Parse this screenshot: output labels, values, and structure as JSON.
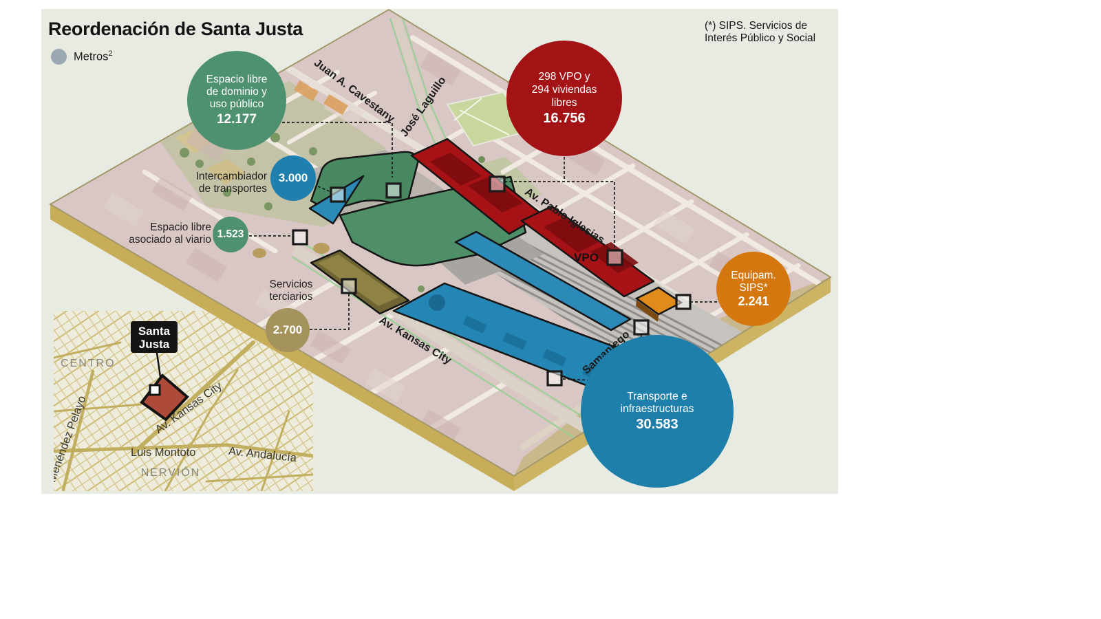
{
  "title": "Reordenación de Santa Justa",
  "legend": {
    "label": "Metros",
    "sup": "2"
  },
  "footnote": {
    "line1": "(*) SIPS. Servicios de",
    "line2": "Interés Público y Social"
  },
  "bubbles": {
    "espacio_publico": {
      "line1": "Espacio libre",
      "line2": "de dominio y",
      "line3": "uso público",
      "value": "12.177",
      "color": "#4d9170"
    },
    "intercambiador": {
      "value": "3.000",
      "color": "#1f80af",
      "label_line1": "Intercambiador",
      "label_line2": "de transportes"
    },
    "viario": {
      "value": "1.523",
      "color": "#4d9170",
      "label_line1": "Espacio libre",
      "label_line2": "asociado al viario"
    },
    "terciarios": {
      "value": "2.700",
      "color": "#a5935d",
      "label_line1": "Servicios",
      "label_line2": "terciarios"
    },
    "vpo": {
      "line1": "298 VPO y",
      "line2": "294 viviendas",
      "line3": "libres",
      "value": "16.756",
      "color": "#a31316"
    },
    "sips": {
      "line1": "Equipam.",
      "line2": "SIPS*",
      "value": "2.241",
      "color": "#d4770f"
    },
    "transporte": {
      "line1": "Transporte e",
      "line2": "infraestructuras",
      "value": "30.583",
      "color": "#1f7fab"
    }
  },
  "street_labels": {
    "cavestany": "Juan A. Cavestany",
    "laguillo": "José Laguillo",
    "pablo_iglesias": "Av. Pablo Iglesias",
    "kansas_city": "Av. Kansas City",
    "samaniego": "Samaniego",
    "vpo_zone": "VPO"
  },
  "inset": {
    "badge_line1": "Santa",
    "badge_line2": "Justa",
    "district1": "CENTRO",
    "district2": "NERVIÓN",
    "street_menendez": "Menéndez Pelayo",
    "street_kansas": "Av. Kansas City",
    "street_montoto": "Luis Montoto",
    "street_andalucia": "Av. Andalucía"
  }
}
